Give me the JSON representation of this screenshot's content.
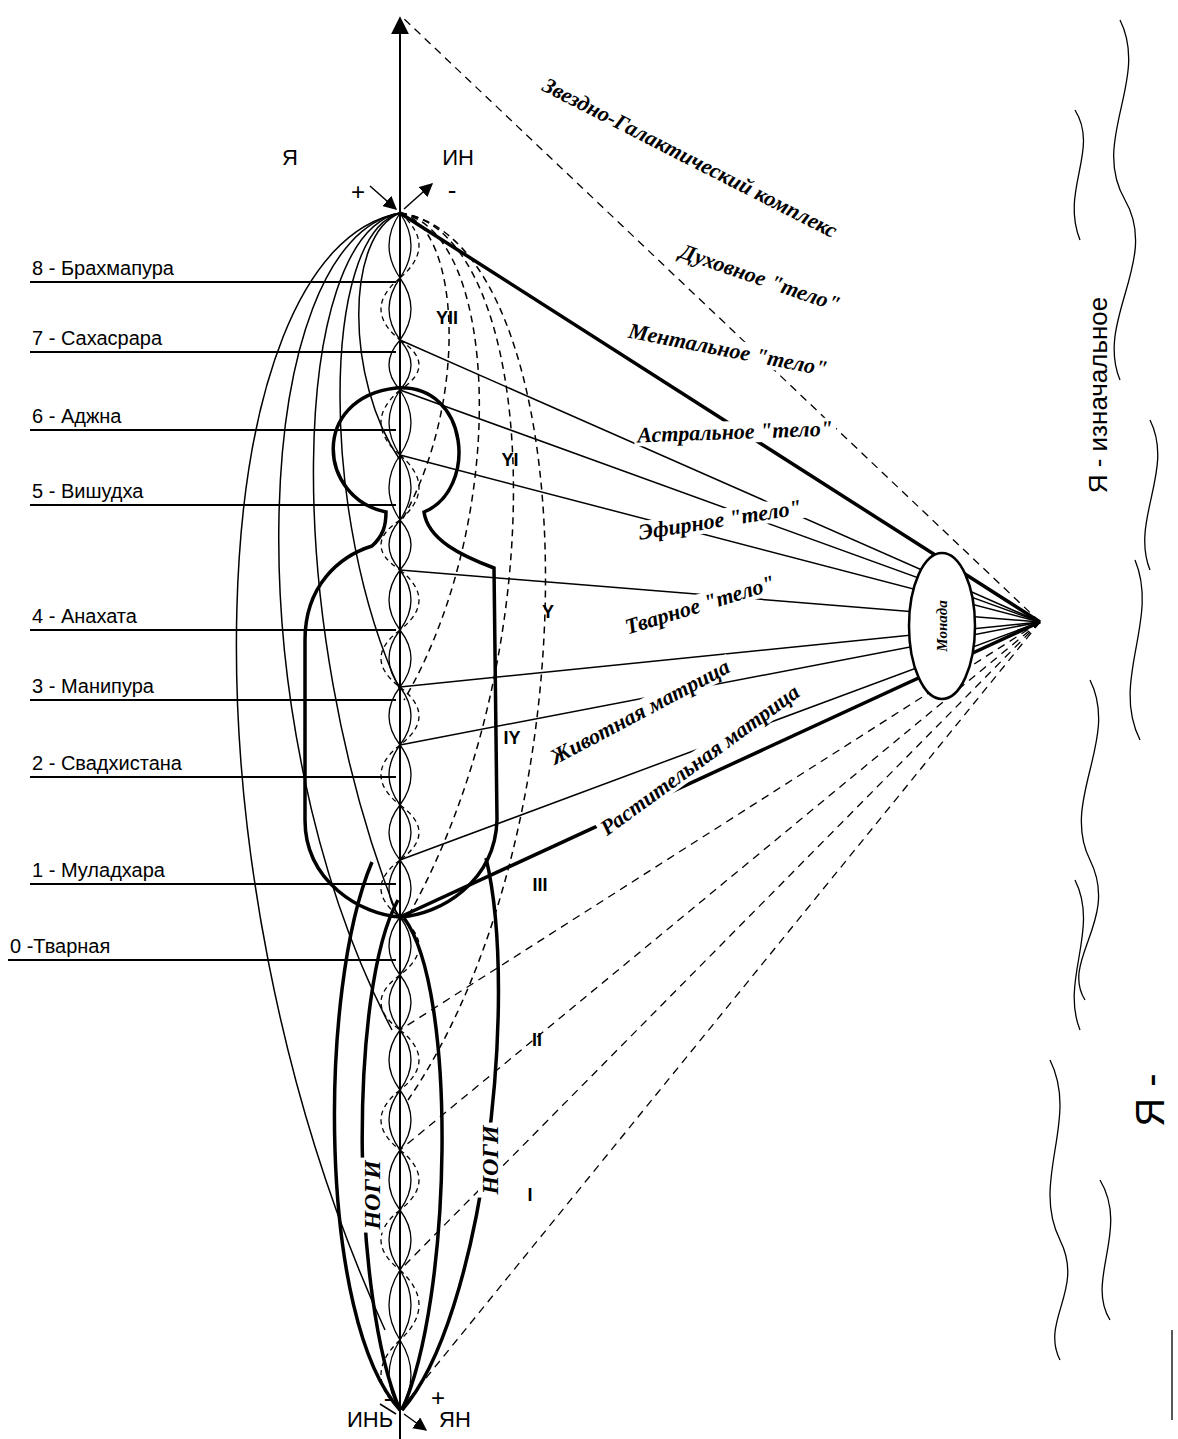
{
  "diagram": {
    "nodes": [
      {
        "text": [
          "Монада"
        ]
      }
    ],
    "labels": [
      "Я",
      "+",
      "ИН",
      "-",
      "8 - Брахмапура",
      "7 - Сахасрара",
      "6 - Аджна",
      "5 - Вишудха",
      "4 - Анахата",
      "3 - Манипура",
      "2 - Свадхистана",
      "1 - Муладхара",
      "0 -Тварная",
      "YII",
      "YI",
      "Y",
      "IY",
      "III",
      "II",
      "I",
      "Звездно-Галактический комплекс",
      "Духовное \"тело\"",
      "Ментальное \"тело\"",
      "Астральное \"тело\"",
      "Эфирное \"тело\"",
      "Тварное \"тело\"",
      "Животная матрица",
      "Растительная матрица",
      "Я - изначальное",
      "Я -",
      "НОГИ",
      "НОГИ",
      "-",
      "ИНЬ",
      "+",
      "ЯН"
    ]
  }
}
